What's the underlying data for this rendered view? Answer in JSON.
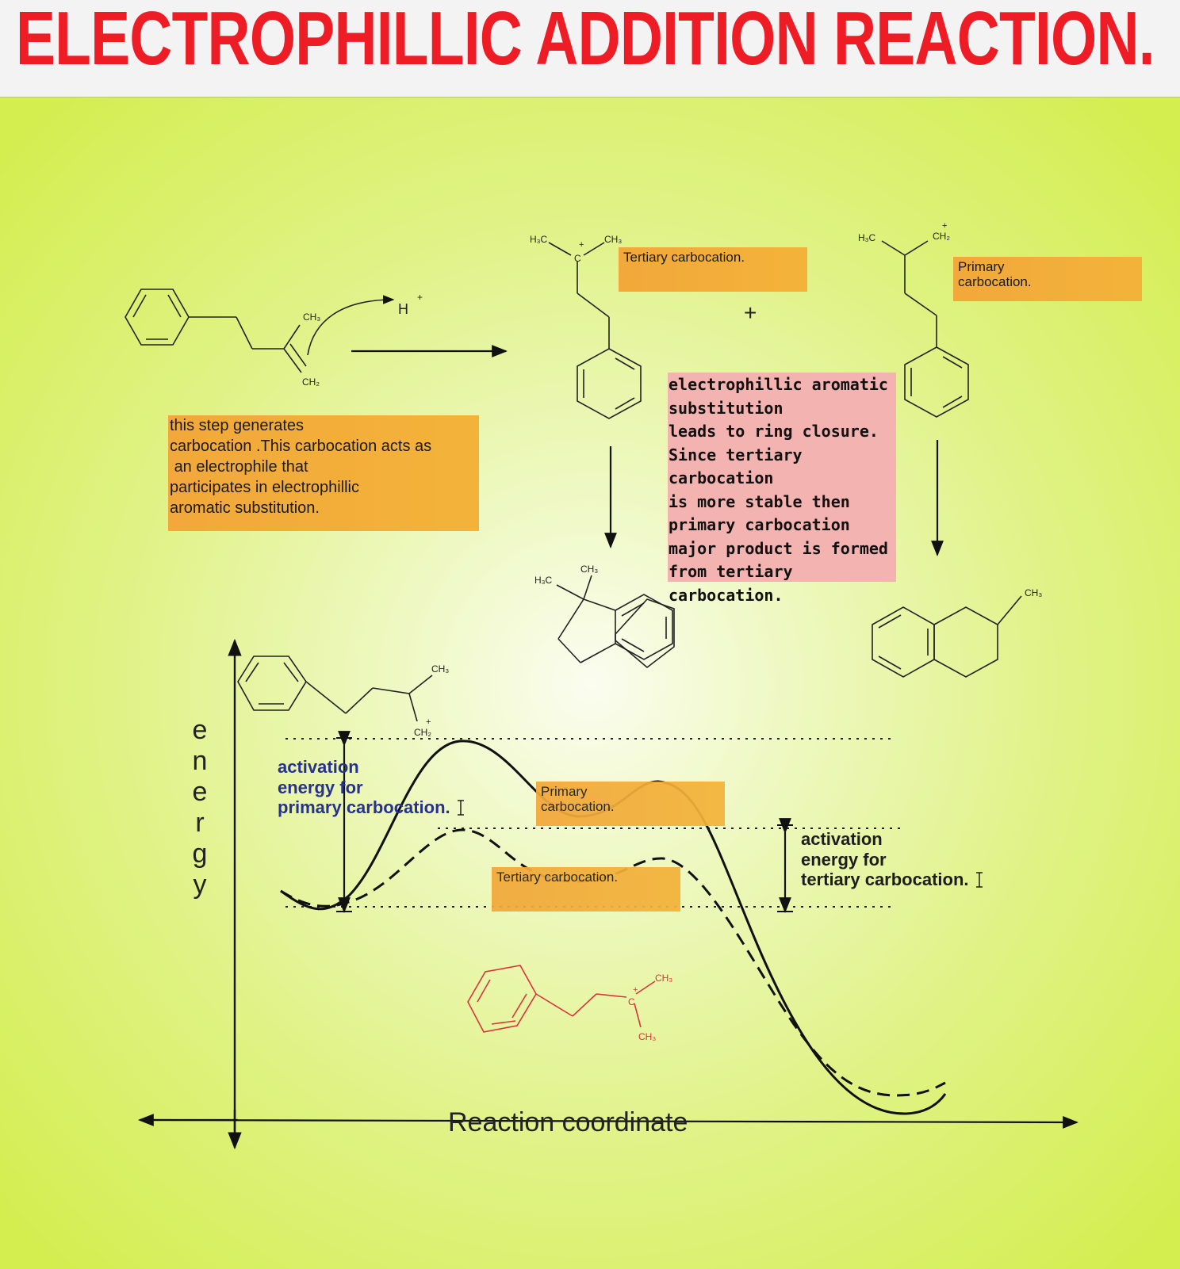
{
  "header": {
    "title": "ELECTROPHILLIC ADDITION REACTION."
  },
  "atoms": {
    "ch3": "CH3",
    "ch2": "CH2",
    "h3c": "H3C",
    "c_plus": "C",
    "plus": "+",
    "h": "H"
  },
  "labels": {
    "tertiary_top": "Tertiary carbocation.",
    "primary_top": "Primary\ncarbocation.",
    "plus_sign": "+",
    "primary_curve": "Primary\ncarbocation.",
    "tertiary_curve": "Tertiary carbocation."
  },
  "notes": {
    "step": "this step generates\ncarbocation .This carbocation acts as\n an electrophile that\nparticipates in electrophillic\naromatic substitution.",
    "eas": "electrophillic aromatic\nsubstitution\nleads to ring closure.\nSince tertiary\ncarbocation\nis more stable then\nprimary carbocation\nmajor product is formed\nfrom tertiary\ncarbocation."
  },
  "energy_diagram": {
    "y_axis_label": "energy",
    "x_axis_label": "Reaction coordinate",
    "activation_primary": "activation\nenergy for\nprimary carbocation.",
    "activation_tertiary": "activation\nenergy for\ntertiary carbocation."
  },
  "colors": {
    "title": "#ee1c25",
    "note_orange": "#f2a83a",
    "note_pink": "#f3b3b1",
    "primary_activation_text": "#27328f",
    "red_structure": "#d8343c"
  }
}
